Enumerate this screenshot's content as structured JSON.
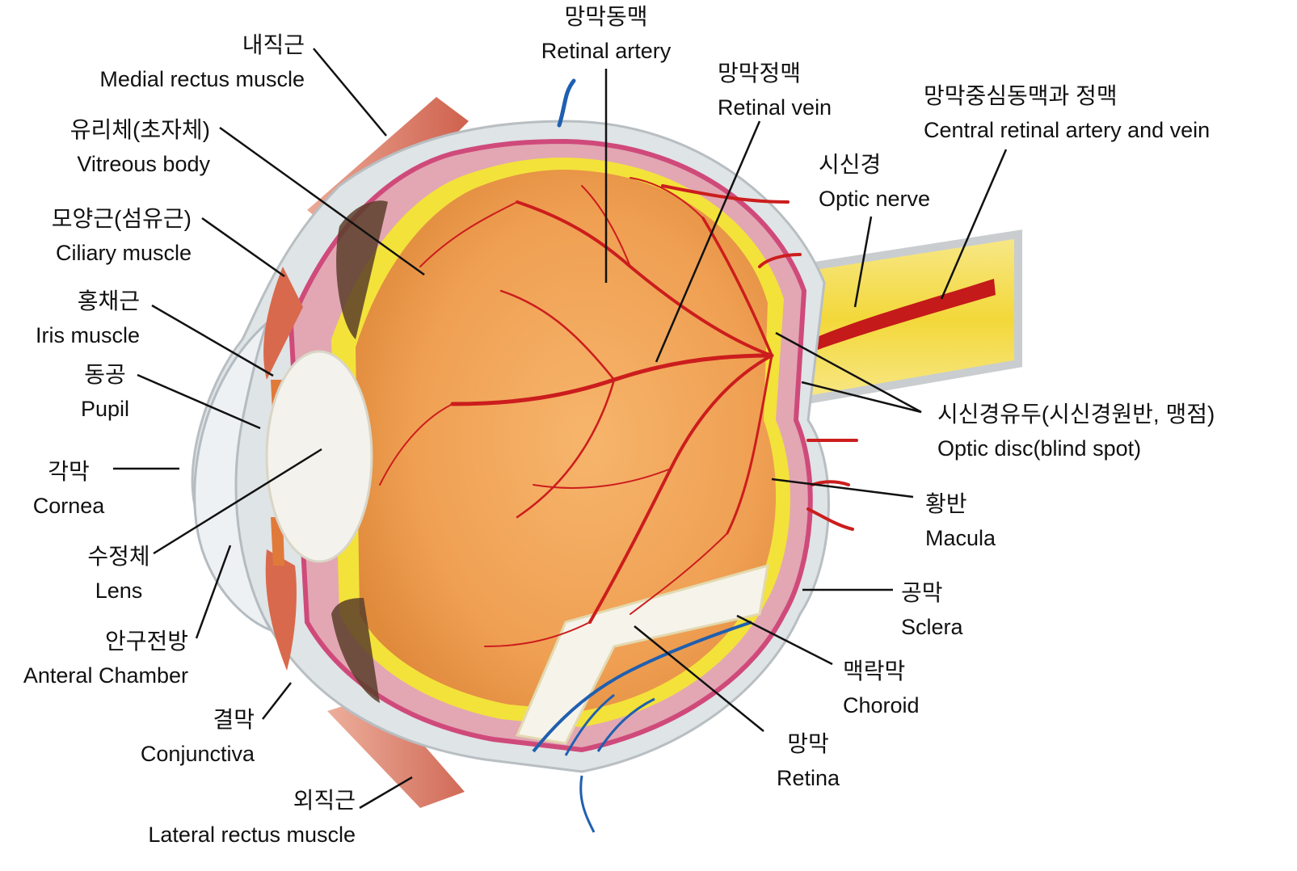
{
  "labels": {
    "medial_rectus": {
      "ko": "내직근",
      "en": "Medial rectus muscle"
    },
    "vitreous": {
      "ko": "유리체(초자체)",
      "en": "Vitreous body"
    },
    "ciliary": {
      "ko": "모양근(섬유근)",
      "en": "Ciliary muscle"
    },
    "iris": {
      "ko": "홍채근",
      "en": "Iris muscle"
    },
    "pupil": {
      "ko": "동공",
      "en": "Pupil"
    },
    "cornea": {
      "ko": "각막",
      "en": "Cornea"
    },
    "lens": {
      "ko": "수정체",
      "en": "Lens"
    },
    "anterior": {
      "ko": "안구전방",
      "en": "Anteral Chamber"
    },
    "conjunctiva": {
      "ko": "결막",
      "en": "Conjunctiva"
    },
    "lateral_rectus": {
      "ko": "외직근",
      "en": "Lateral rectus muscle"
    },
    "retinal_artery": {
      "ko": "망막동맥",
      "en": "Retinal artery"
    },
    "retinal_vein": {
      "ko": "망막정맥",
      "en": "Retinal vein"
    },
    "central": {
      "ko": "망막중심동맥과 정맥",
      "en": "Central retinal artery and vein"
    },
    "optic_nerve": {
      "ko": "시신경",
      "en": "Optic nerve"
    },
    "optic_disc": {
      "ko": "시신경유두(시신경원반, 맹점)",
      "en": "Optic disc(blind spot)"
    },
    "macula": {
      "ko": "황반",
      "en": "Macula"
    },
    "sclera": {
      "ko": "공막",
      "en": "Sclera"
    },
    "choroid": {
      "ko": "맥락막",
      "en": "Choroid"
    },
    "retina": {
      "ko": "망막",
      "en": "Retina"
    }
  },
  "colors": {
    "sclera": "#dfe4e6",
    "vitreous": "#f2ad62",
    "retina_yellow": "#f3e23a",
    "vessel_red": "#cc1d1d",
    "vessel_blue": "#1f5fb0",
    "choroid_pink": "#d6437a",
    "muscle": "#d9694c",
    "lens": "#f4f2ec"
  }
}
